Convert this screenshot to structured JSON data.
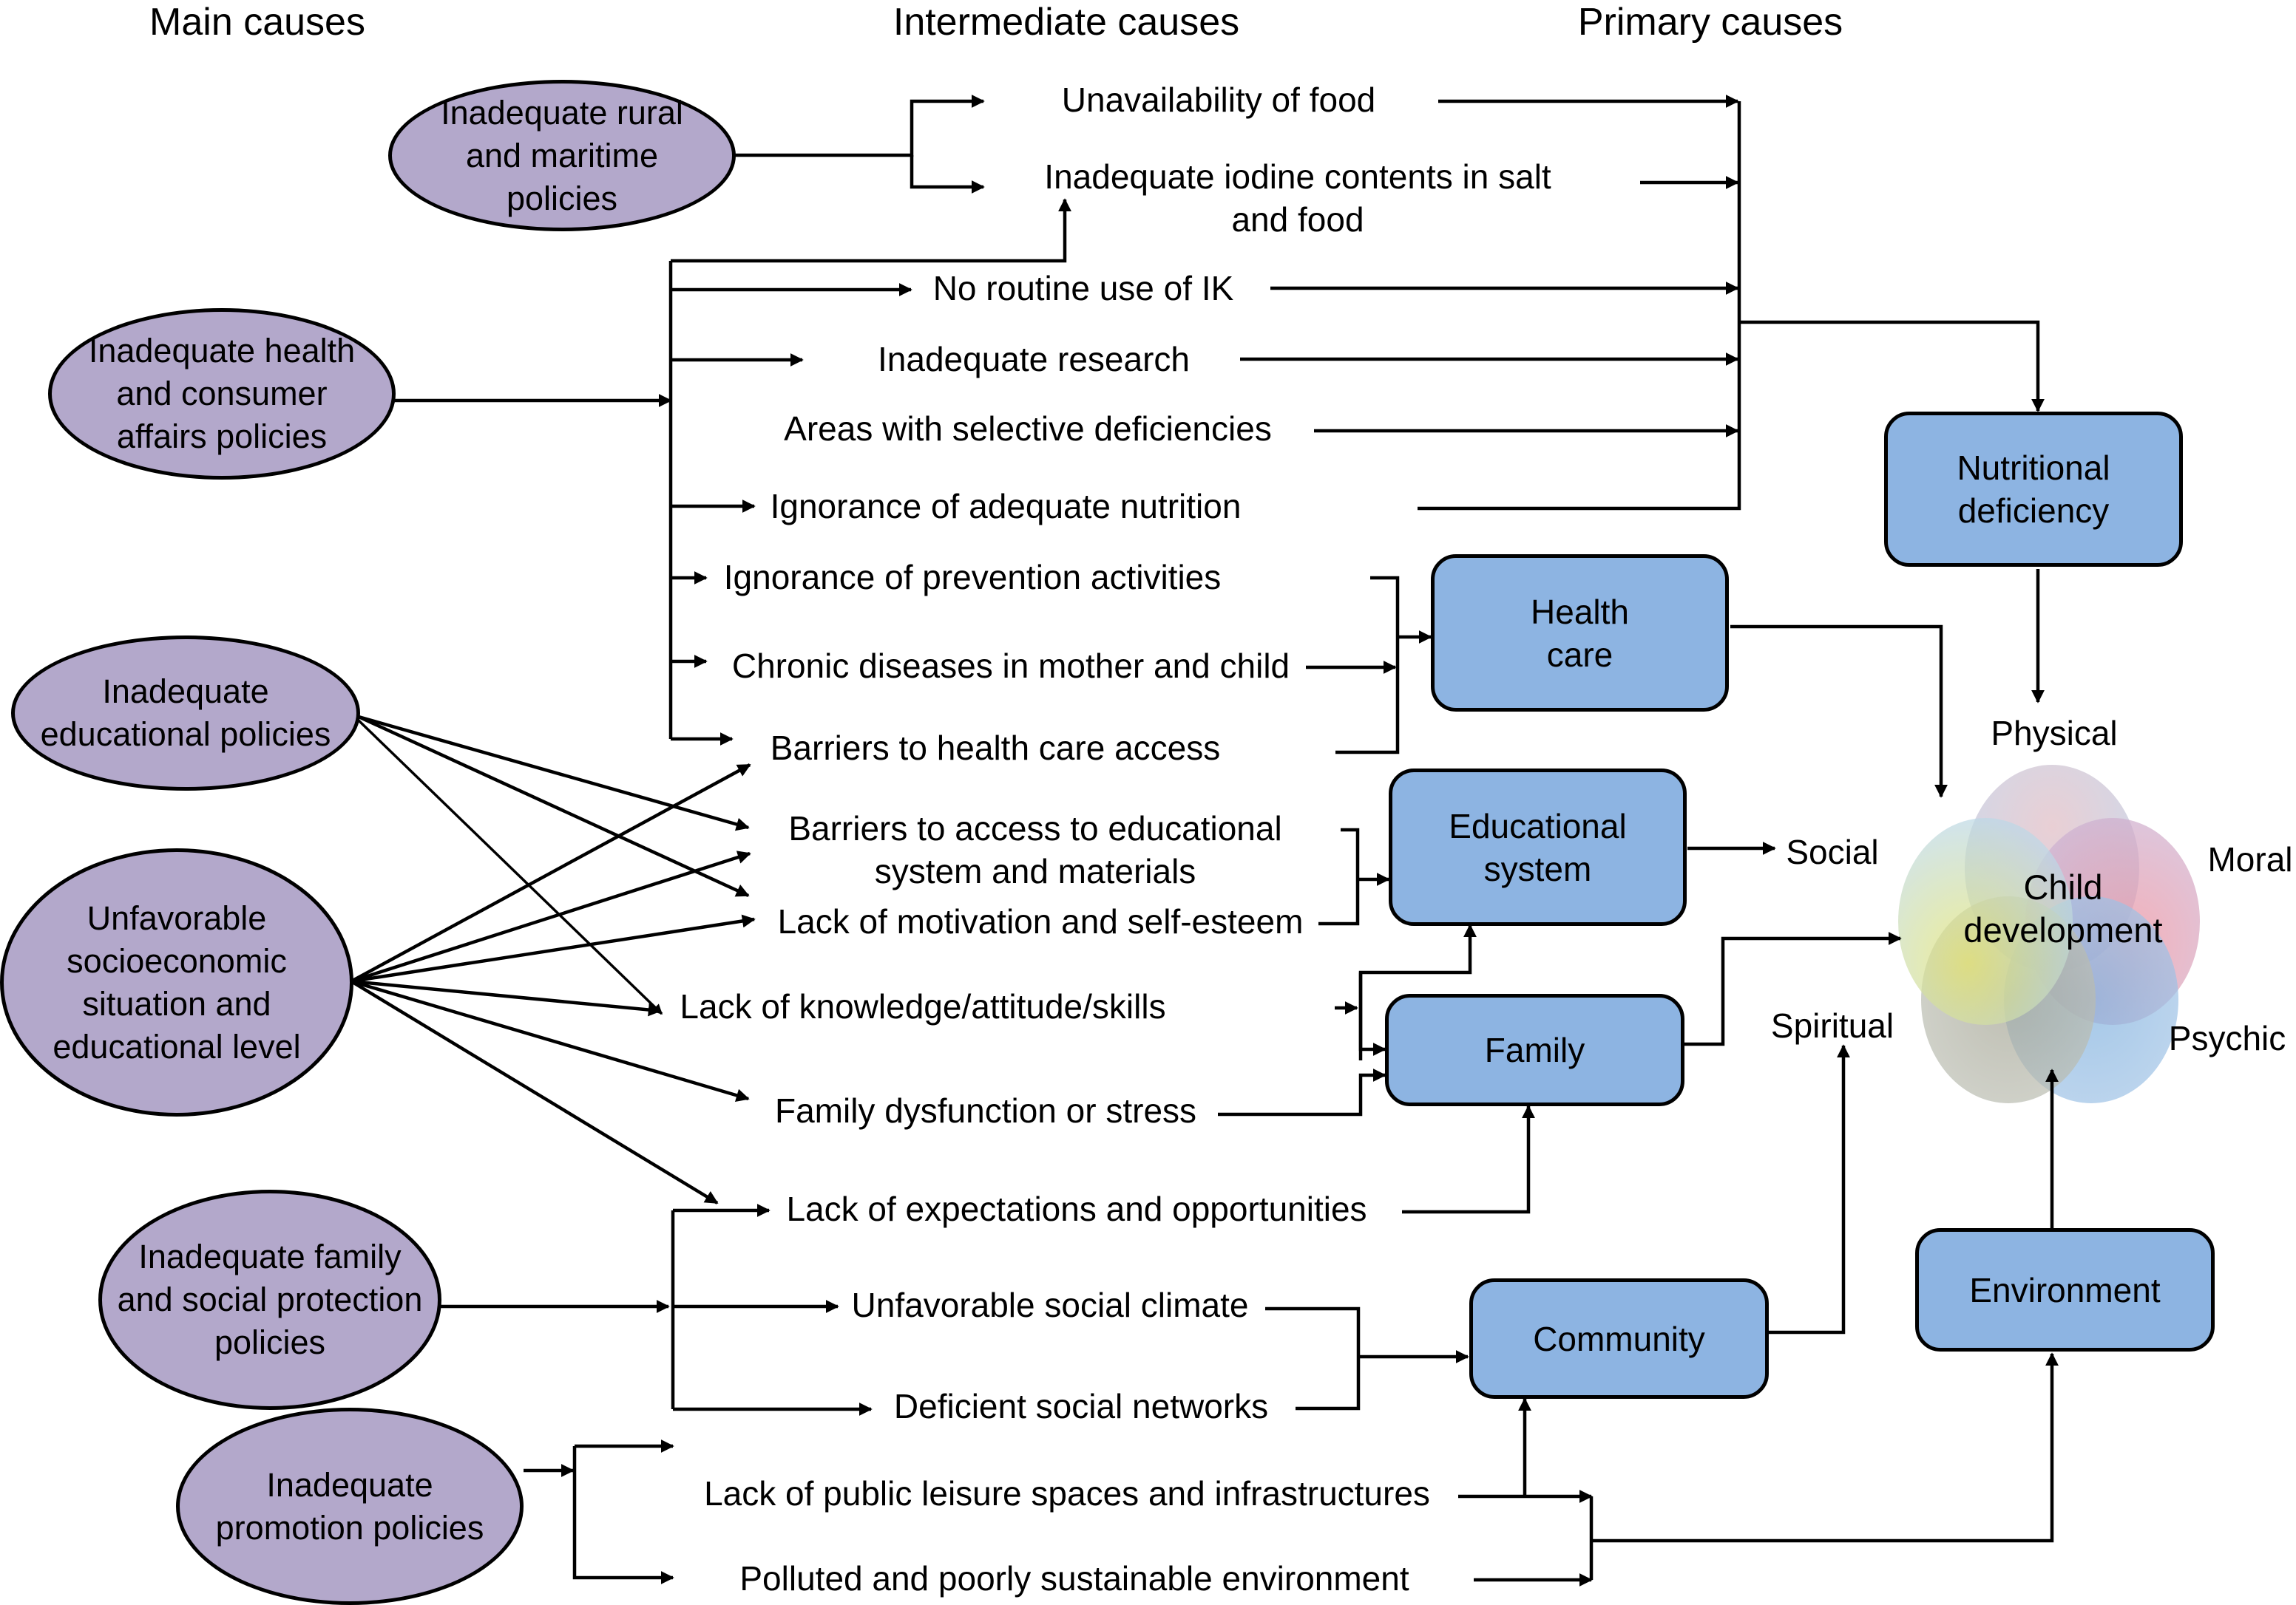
{
  "headers": {
    "main": "Main causes",
    "intermediate": "Intermediate causes",
    "primary": "Primary causes"
  },
  "main_causes": [
    {
      "id": "rural",
      "label": "Inadequate rural\nand maritime\npolicies"
    },
    {
      "id": "health",
      "label": "Inadequate health\nand consumer\naffairs policies"
    },
    {
      "id": "educational",
      "label": "Inadequate\neducational policies"
    },
    {
      "id": "socioeconomic",
      "label": "Unfavorable\nsocioeconomic\nsituation and\neducational level"
    },
    {
      "id": "family_social",
      "label": "Inadequate family\nand social protection\npolicies"
    },
    {
      "id": "promotion",
      "label": "Inadequate\npromotion policies"
    }
  ],
  "intermediate_causes": [
    {
      "id": "food",
      "label": "Unavailability of food"
    },
    {
      "id": "iodine",
      "label": "Inadequate iodine contents in salt\nand food"
    },
    {
      "id": "ik",
      "label": "No routine use of IK"
    },
    {
      "id": "research",
      "label": "Inadequate research"
    },
    {
      "id": "areas",
      "label": "Areas with selective deficiencies"
    },
    {
      "id": "nutrition",
      "label": "Ignorance of adequate nutrition"
    },
    {
      "id": "prevention",
      "label": "Ignorance of prevention activities"
    },
    {
      "id": "chronic",
      "label": "Chronic diseases in mother and child"
    },
    {
      "id": "barriers_health",
      "label": "Barriers to health care access"
    },
    {
      "id": "barriers_edu",
      "label": "Barriers to access to educational\nsystem and materials"
    },
    {
      "id": "motivation",
      "label": "Lack of motivation and self-esteem"
    },
    {
      "id": "knowledge",
      "label": "Lack of knowledge/attitude/skills"
    },
    {
      "id": "dysfunction",
      "label": "Family dysfunction or stress"
    },
    {
      "id": "expectations",
      "label": "Lack of expectations and opportunities"
    },
    {
      "id": "climate",
      "label": "Unfavorable social climate"
    },
    {
      "id": "networks",
      "label": "Deficient social networks"
    },
    {
      "id": "leisure",
      "label": "Lack of public leisure spaces and infrastructures"
    },
    {
      "id": "polluted",
      "label": "Polluted and poorly sustainable environment"
    }
  ],
  "primary_causes": [
    {
      "id": "nutritional",
      "label": "Nutritional\ndeficiency"
    },
    {
      "id": "healthcare",
      "label": "Health\ncare"
    },
    {
      "id": "edusystem",
      "label": "Educational\nsystem"
    },
    {
      "id": "family",
      "label": "Family"
    },
    {
      "id": "community",
      "label": "Community"
    },
    {
      "id": "environment",
      "label": "Environment"
    }
  ],
  "development": {
    "center": "Child\ndevelopment",
    "dimensions": {
      "physical": "Physical",
      "moral": "Moral",
      "psychic": "Psychic",
      "spiritual": "Spiritual",
      "social": "Social"
    }
  },
  "colors": {
    "main_cause_fill": "#b3a8cb",
    "primary_cause_fill": "#8db4e2",
    "petal_top": "#c9b8c8",
    "petal_right": "#e89aa8",
    "petal_bottom_right": "#8fb6de",
    "petal_bottom_left": "#a9ab9a",
    "petal_left": "#d9e27a"
  }
}
